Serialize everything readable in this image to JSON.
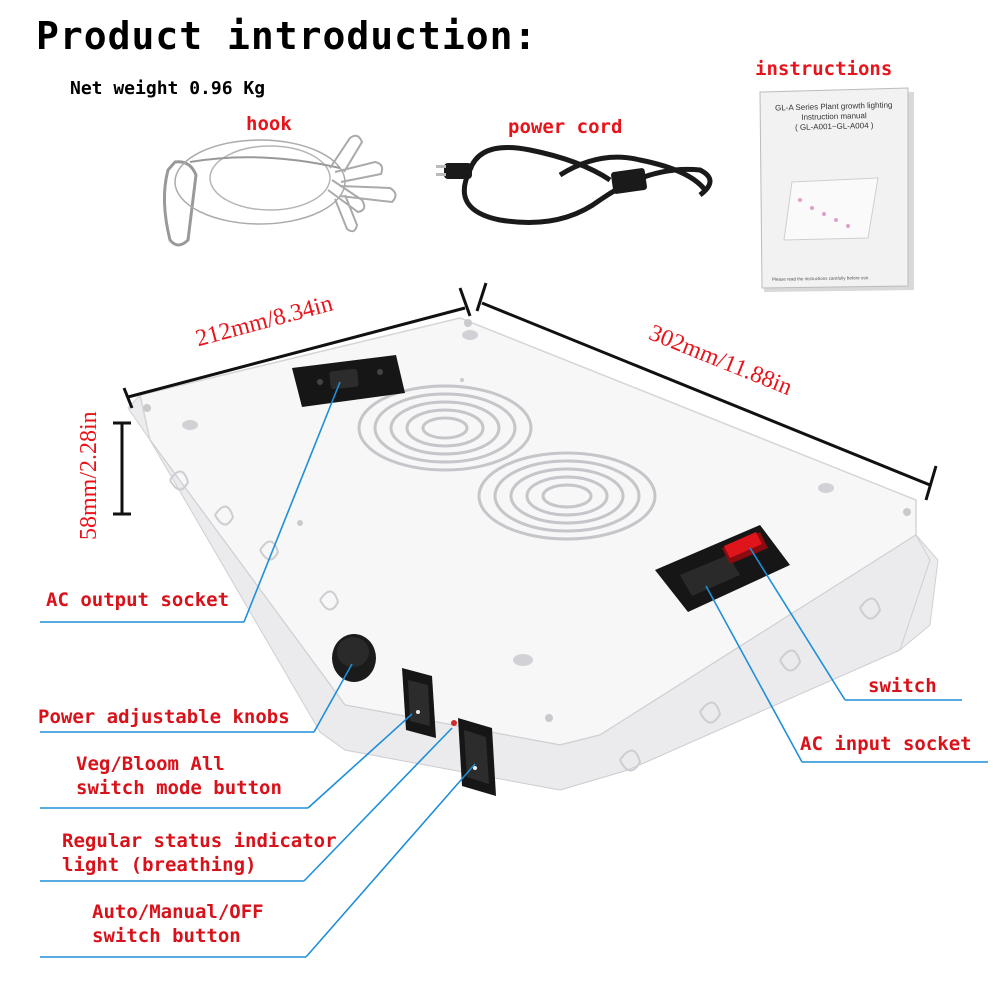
{
  "header": {
    "title": "Product introduction:",
    "net_weight": "Net weight 0.96 Kg"
  },
  "accessories": {
    "hook": "hook",
    "power_cord": "power cord",
    "instructions": "instructions"
  },
  "manual": {
    "line1": "GL-A Series Plant growth lighting",
    "line2": "Instruction manual",
    "line3": "( GL-A001~GL-A004 )",
    "footer": "Please read the instructions carefully before use."
  },
  "dimensions": {
    "width": "212mm/8.34in",
    "length": "302mm/11.88in",
    "height": "58mm/2.28in"
  },
  "callouts": {
    "ac_output": "AC output socket",
    "knobs": "Power adjustable knobs",
    "veg_bloom_1": "Veg/Bloom All",
    "veg_bloom_2": "switch mode button",
    "status_1": "Regular status indicator",
    "status_2": "light (breathing)",
    "auto_1": "Auto/Manual/OFF",
    "auto_2": "switch button",
    "switch": "switch",
    "ac_input": "AC input socket"
  },
  "colors": {
    "label_red": "#e8141b",
    "leader_blue": "#1e8fd8",
    "device_white": "#f4f4f6",
    "switch_red": "#e0141b"
  }
}
